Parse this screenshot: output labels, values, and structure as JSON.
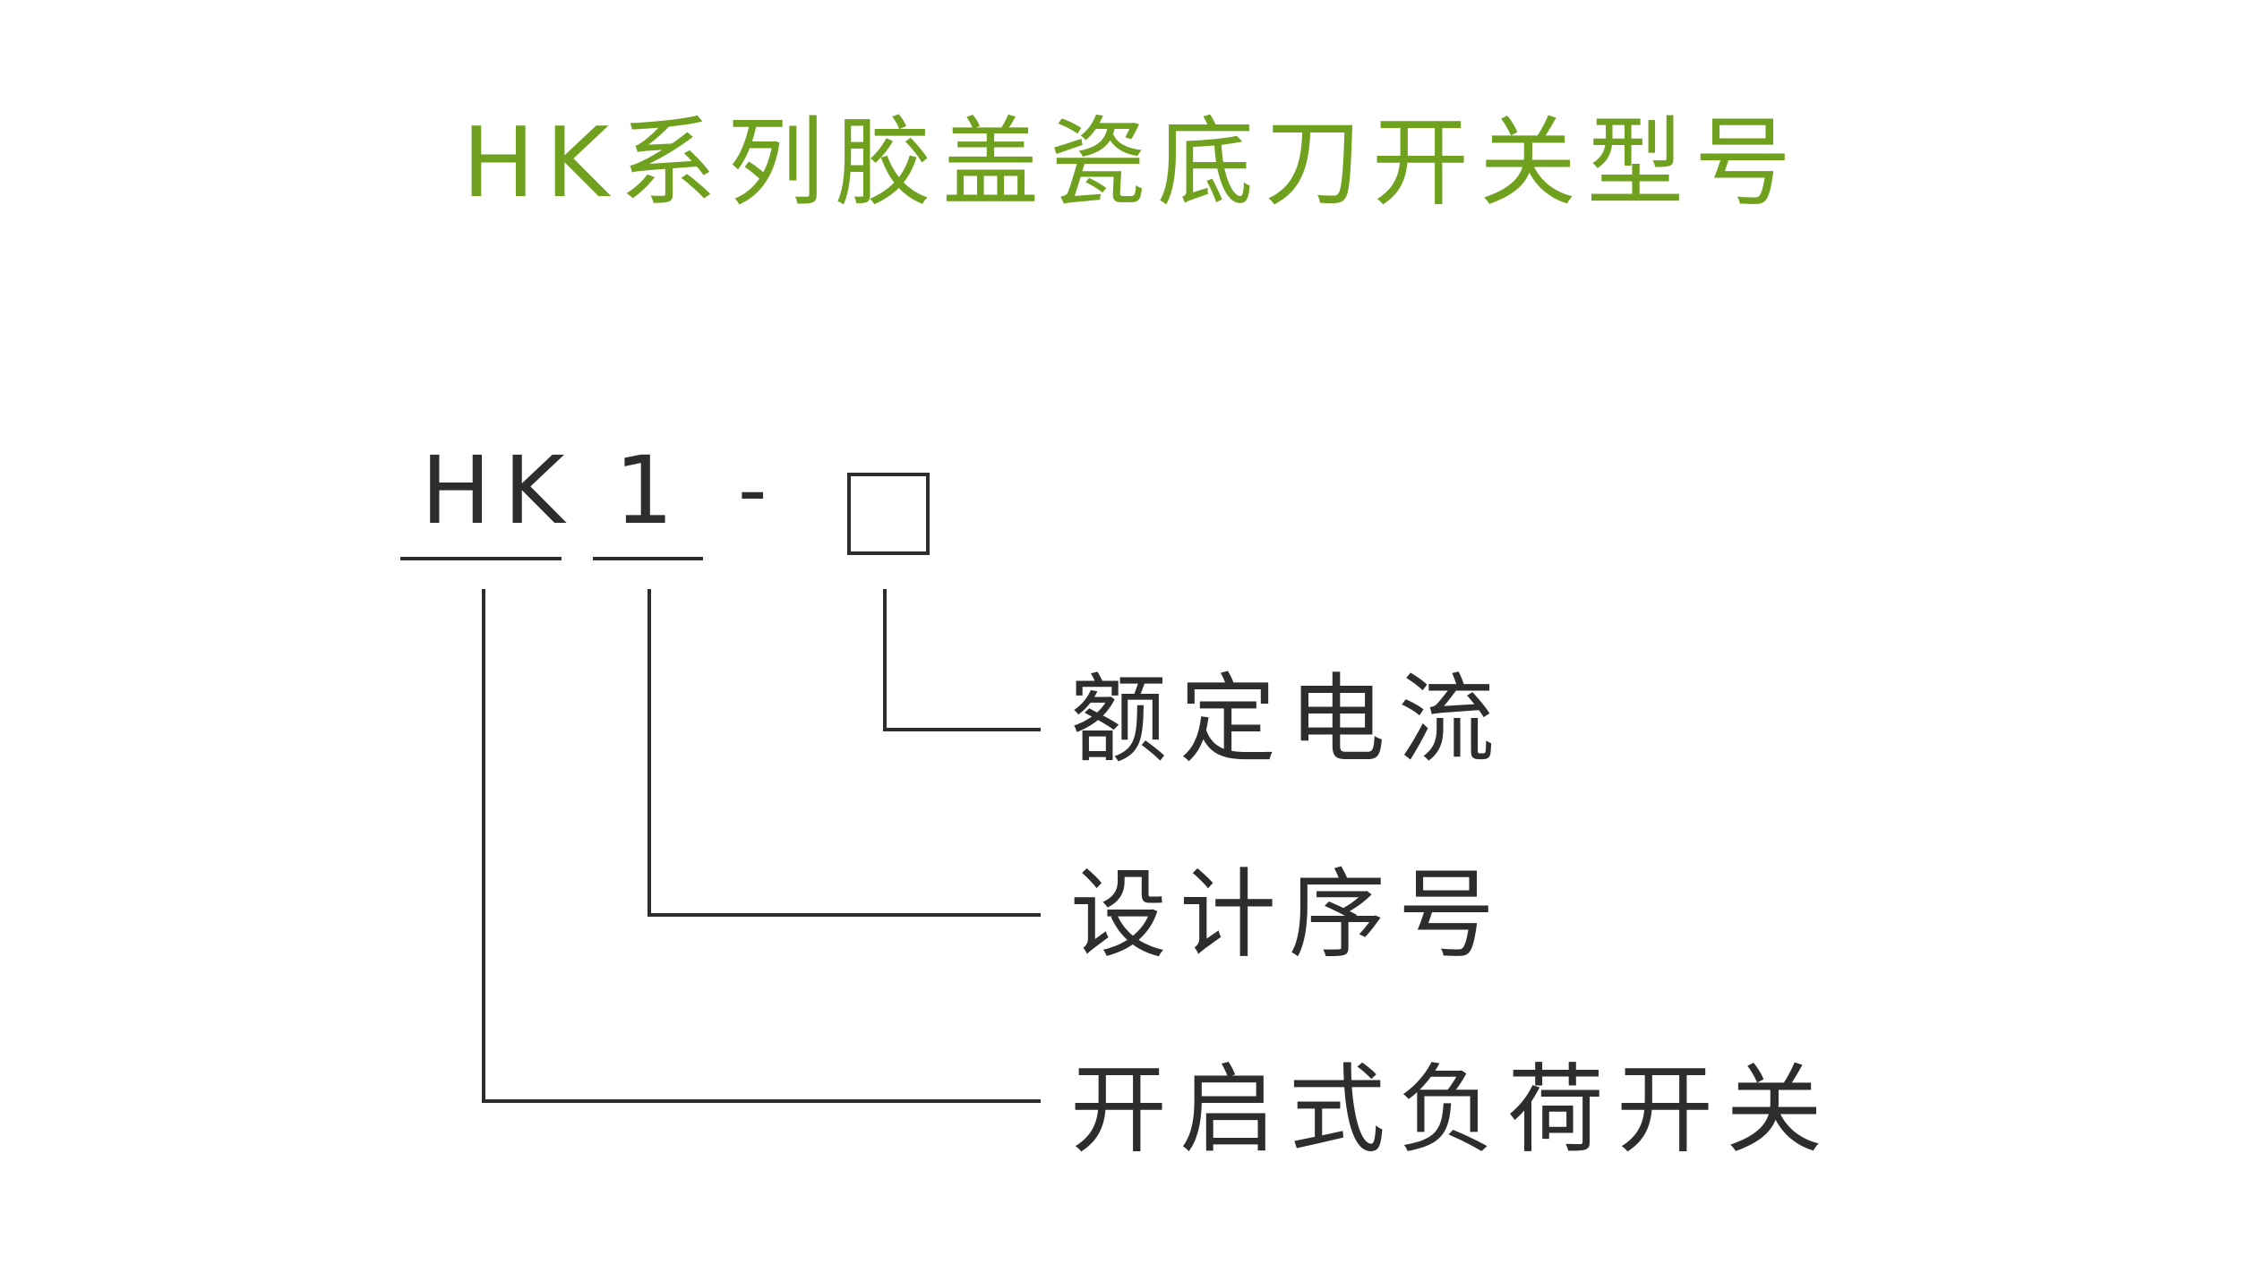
{
  "title": "HK系列胶盖瓷底刀开关型号",
  "colors": {
    "title": "#6fa01e",
    "text": "#2d2d2d",
    "line": "#2d2d2d",
    "background": "#ffffff"
  },
  "model_code": {
    "prefix": "HK",
    "design_number": "1",
    "separator": "-"
  },
  "labels": {
    "rated_current": "额定电流",
    "design_serial": "设计序号",
    "switch_type": "开启式负荷开关"
  }
}
